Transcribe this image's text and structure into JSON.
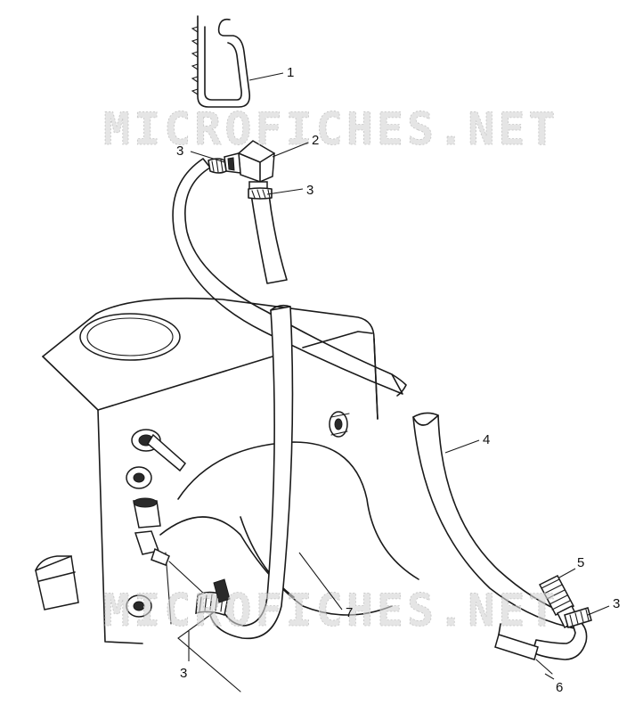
{
  "watermark": {
    "text": "MICROFICHES.NET"
  },
  "callouts": [
    {
      "id": "c1",
      "label": "1"
    },
    {
      "id": "c2",
      "label": "2"
    },
    {
      "id": "c3a",
      "label": "3"
    },
    {
      "id": "c3b",
      "label": "3"
    },
    {
      "id": "c3c",
      "label": "3"
    },
    {
      "id": "c3d",
      "label": "3"
    },
    {
      "id": "c4",
      "label": "4"
    },
    {
      "id": "c5",
      "label": "5"
    },
    {
      "id": "c6",
      "label": "6"
    },
    {
      "id": "c7",
      "label": "7"
    }
  ]
}
